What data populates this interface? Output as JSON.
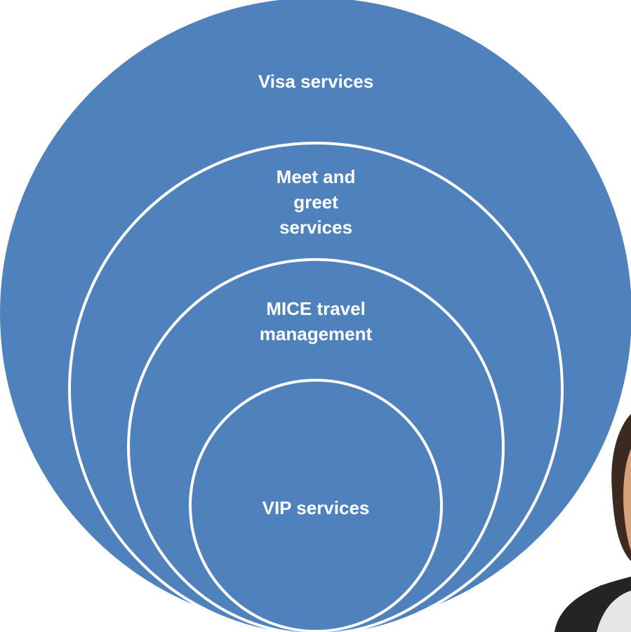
{
  "diagram": {
    "fill_color": "#4f81bd",
    "stroke_color": "#ffffff",
    "background_photo_icon": "person-photo-fragment",
    "rings": [
      {
        "label": "Visa services"
      },
      {
        "label": "Meet and\ngreet\nservices"
      },
      {
        "label": "MICE travel\nmanagement"
      },
      {
        "label": "VIP services"
      }
    ]
  }
}
